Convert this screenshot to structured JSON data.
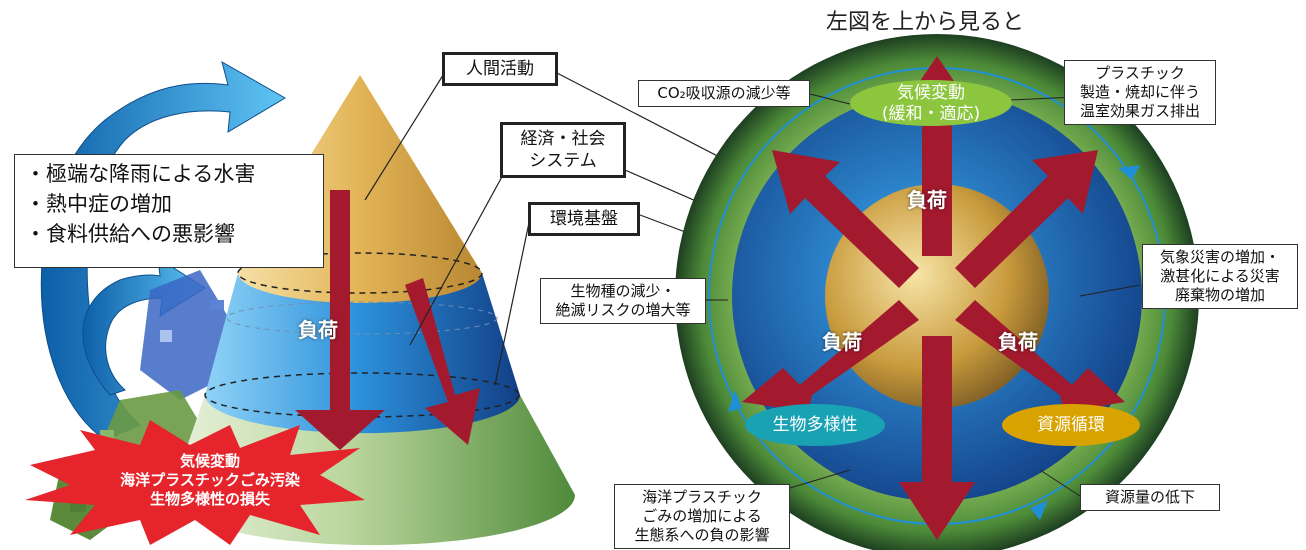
{
  "left": {
    "effects": [
      "・極端な降雨による水害",
      "・熱中症の増加",
      "・食料供給への悪影響"
    ],
    "labels": {
      "human_activity": "人間活動",
      "socio_economic": "経済・社会\nシステム",
      "environment_base": "環境基盤"
    },
    "load_label": "負荷",
    "burst": [
      "気候変動",
      "海洋プラスチックごみ汚染",
      "生物多様性の損失"
    ]
  },
  "right": {
    "title": "左図を上から見ると",
    "climate": "気候変動\n(緩和・適応)",
    "biodiversity": "生物多様性",
    "resource": "資源循環",
    "load_label": "負荷",
    "callouts": {
      "co2": "CO₂吸収源の減少等",
      "plastic_ghg": "プラスチック\n製造・焼却に伴う\n温室効果ガス排出",
      "disaster": "気象災害の増加・\n激甚化による災害\n廃棄物の増加",
      "species": "生物種の減少・\n絶滅リスクの増大等",
      "marine": "海洋プラスチック\nごみの増加による\n生態系への負の影響",
      "resource_decline": "資源量の低下"
    }
  },
  "colors": {
    "arrow_red": "#a3192e",
    "cycle_blue": "#1f8fd6",
    "climate_green": "#8cc63f",
    "biodiversity_teal": "#19a2b4",
    "resource_gold": "#d8a300"
  }
}
